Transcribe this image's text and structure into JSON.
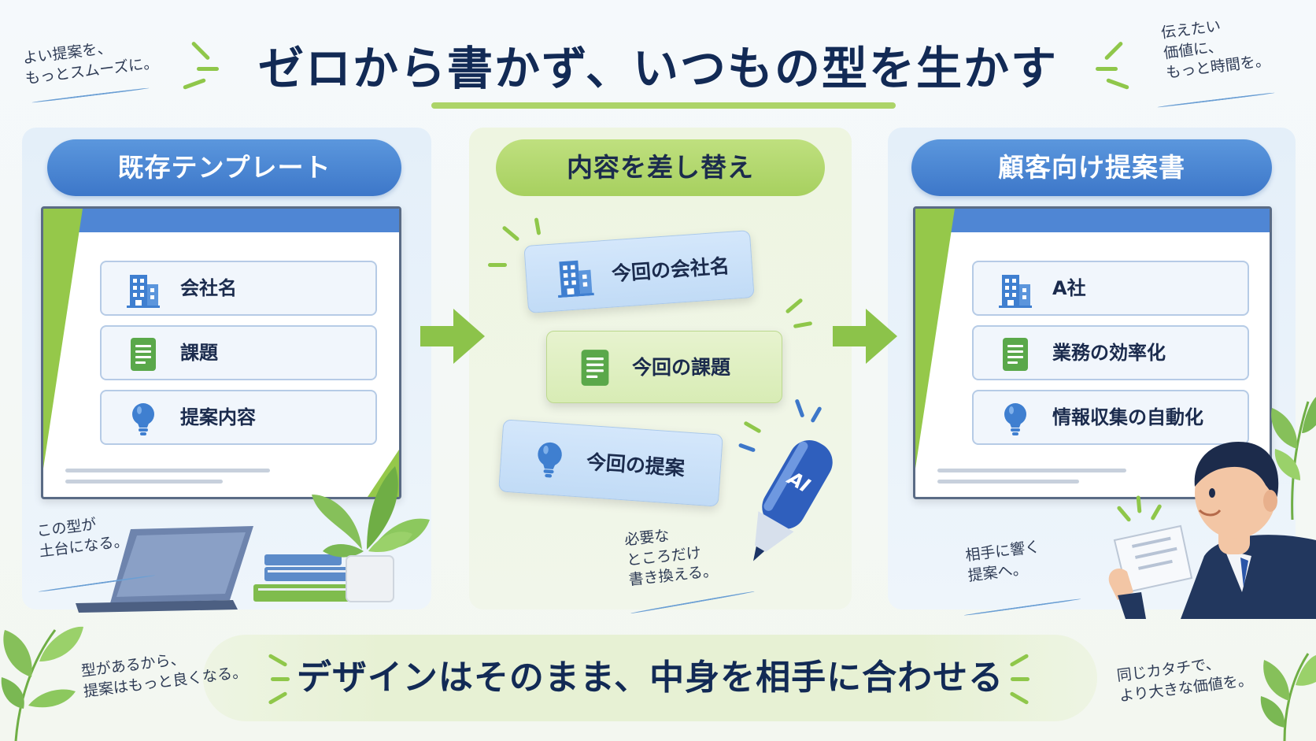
{
  "title": "ゼロから書かず、いつもの型を生かす",
  "notes": {
    "top_left": [
      "よい提案を、",
      "もっとスムーズに。"
    ],
    "top_right": [
      "伝えたい",
      "価値に、",
      "もっと時間を。"
    ],
    "panel1_bottom": [
      "この型が",
      "土台になる。"
    ],
    "panel2_bottom": [
      "必要な",
      "ところだけ",
      "書き換える。"
    ],
    "panel3_bottom": [
      "相手に響く",
      "提案へ。"
    ],
    "bottom_left": [
      "型があるから、",
      "提案はもっと良くなる。"
    ],
    "bottom_right": [
      "同じカタチで、",
      "より大きな価値を。"
    ]
  },
  "panels": [
    {
      "heading": "既存テンプレート",
      "rows": [
        {
          "icon": "building-icon",
          "label": "会社名"
        },
        {
          "icon": "document-icon",
          "label": "課題"
        },
        {
          "icon": "lightbulb-icon",
          "label": "提案内容"
        }
      ]
    },
    {
      "heading": "内容を差し替え",
      "cards": [
        {
          "icon": "building-icon",
          "label": "今回の会社名"
        },
        {
          "icon": "document-icon",
          "label": "今回の課題"
        },
        {
          "icon": "lightbulb-icon",
          "label": "今回の提案"
        }
      ],
      "pen_label": "AI"
    },
    {
      "heading": "顧客向け提案書",
      "rows": [
        {
          "icon": "building-icon",
          "label": "A社"
        },
        {
          "icon": "document-icon",
          "label": "業務の効率化"
        },
        {
          "icon": "lightbulb-icon",
          "label": "情報収集の自動化"
        }
      ]
    }
  ],
  "tagline": "デザインはそのまま、中身を相手に合わせる",
  "colors": {
    "navy": "#122a55",
    "blue": "#3d77c9",
    "green": "#a7d05f",
    "icon_blue": "#3f7fd0",
    "icon_green": "#5aa84a"
  }
}
